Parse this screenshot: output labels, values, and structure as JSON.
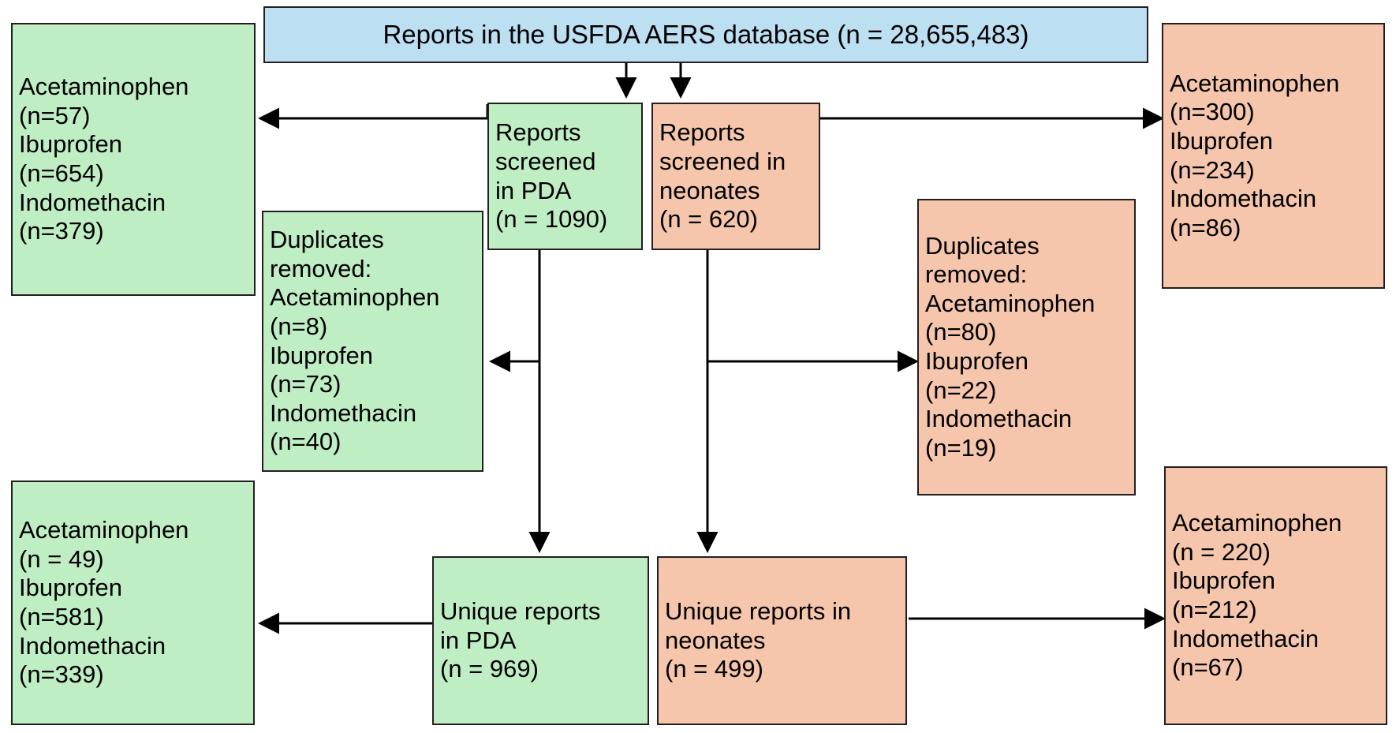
{
  "diagram": {
    "title": "USFDA AERS database report screening flow",
    "colors": {
      "green": "#bfeec4",
      "orange": "#f5c6ab",
      "blue": "#bddff2",
      "border": "#231f20",
      "arrow": "#000000"
    },
    "nodes": {
      "source": {
        "id": "source-database",
        "lines": [
          "Reports in the USFDA AERS database (n = 28,655,483)"
        ],
        "color": "blue"
      },
      "pda_left_counts": {
        "id": "pda-screened-drug-counts",
        "lines": [
          "Acetaminophen",
          "(n=57)",
          "Ibuprofen",
          "(n=654)",
          "Indomethacin",
          "(n=379)"
        ],
        "color": "green"
      },
      "screened_pda": {
        "id": "reports-screened-in-pda",
        "lines": [
          "Reports",
          "screened",
          "in PDA",
          "(n = 1090)"
        ],
        "color": "green"
      },
      "screened_neonates": {
        "id": "reports-screened-in-neonates",
        "lines": [
          "Reports",
          "screened in",
          "neonates",
          "(n = 620)"
        ],
        "color": "orange"
      },
      "neonates_right_counts": {
        "id": "neonates-screened-drug-counts",
        "lines": [
          "Acetaminophen",
          "(n=300)",
          "Ibuprofen",
          "(n=234)",
          "Indomethacin",
          "(n=86)"
        ],
        "color": "orange"
      },
      "duplicates_pda": {
        "id": "duplicates-removed-pda",
        "lines": [
          "Duplicates",
          "removed:",
          "Acetaminophen",
          "(n=8)",
          "Ibuprofen",
          "(n=73)",
          "Indomethacin",
          "(n=40)"
        ],
        "color": "green"
      },
      "duplicates_neonates": {
        "id": "duplicates-removed-neonates",
        "lines": [
          "Duplicates",
          "removed:",
          "Acetaminophen",
          "(n=80)",
          "Ibuprofen",
          "(n=22)",
          "Indomethacin",
          "(n=19)"
        ],
        "color": "orange"
      },
      "unique_pda_counts": {
        "id": "unique-pda-drug-counts",
        "lines": [
          "Acetaminophen",
          "(n = 49)",
          "Ibuprofen",
          "(n=581)",
          "Indomethacin",
          "(n=339)"
        ],
        "color": "green"
      },
      "unique_pda": {
        "id": "unique-reports-in-pda",
        "lines": [
          "Unique reports",
          "in PDA",
          "(n = 969)"
        ],
        "color": "green"
      },
      "unique_neonates": {
        "id": "unique-reports-in-neonates",
        "lines": [
          "Unique reports in",
          "neonates",
          "(n = 499)"
        ],
        "color": "orange"
      },
      "unique_neonates_counts": {
        "id": "unique-neonates-drug-counts",
        "lines": [
          "Acetaminophen",
          "(n = 220)",
          "Ibuprofen",
          "(n=212)",
          "Indomethacin",
          "(n=67)"
        ],
        "color": "orange"
      }
    },
    "chart_data": {
      "type": "flowchart",
      "title": "Reports in the USFDA AERS database (n = 28,655,483)",
      "total_reports": 28655483,
      "branches": [
        {
          "name": "PDA",
          "color": "#bfeec4",
          "screened_total": 1090,
          "screened_by_drug": {
            "Acetaminophen": 57,
            "Ibuprofen": 654,
            "Indomethacin": 379
          },
          "duplicates_removed": {
            "Acetaminophen": 8,
            "Ibuprofen": 73,
            "Indomethacin": 40
          },
          "unique_total": 969,
          "unique_by_drug": {
            "Acetaminophen": 49,
            "Ibuprofen": 581,
            "Indomethacin": 339
          }
        },
        {
          "name": "Neonates",
          "color": "#f5c6ab",
          "screened_total": 620,
          "screened_by_drug": {
            "Acetaminophen": 300,
            "Ibuprofen": 234,
            "Indomethacin": 86
          },
          "duplicates_removed": {
            "Acetaminophen": 80,
            "Ibuprofen": 22,
            "Indomethacin": 19
          },
          "unique_total": 499,
          "unique_by_drug": {
            "Acetaminophen": 220,
            "Ibuprofen": 212,
            "Indomethacin": 67
          }
        }
      ]
    }
  }
}
